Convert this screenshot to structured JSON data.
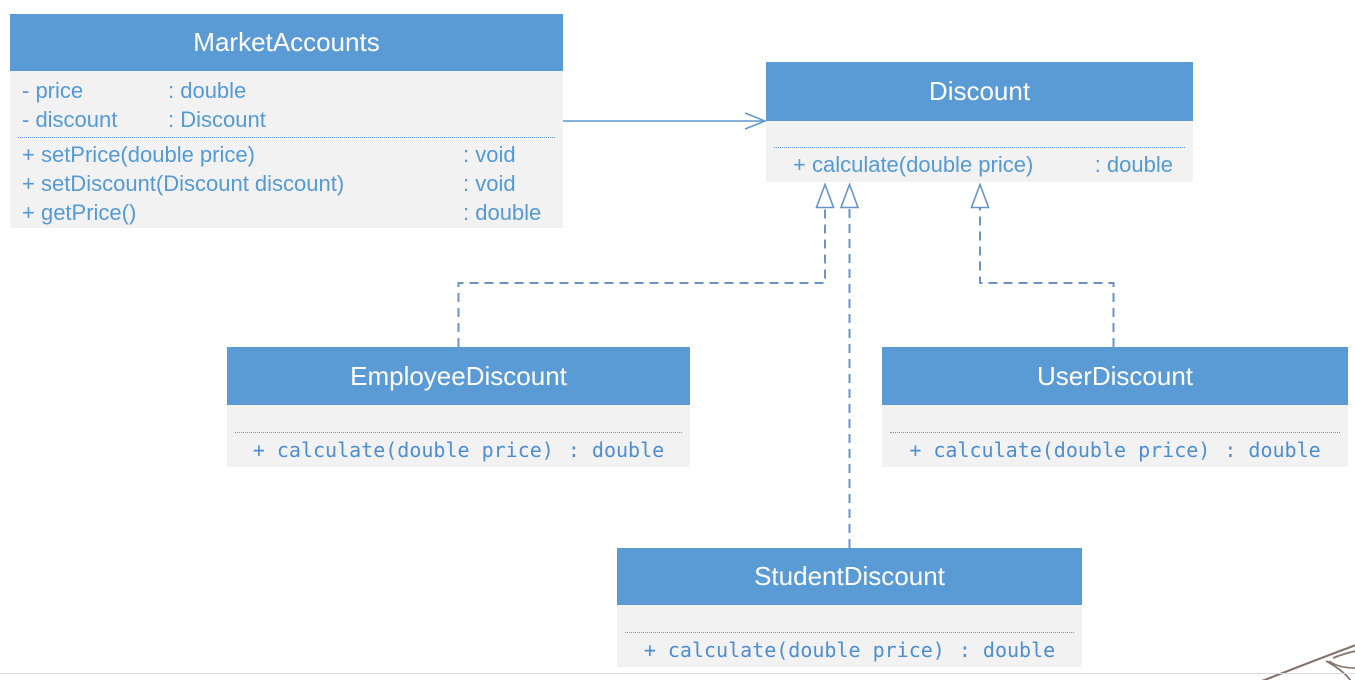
{
  "diagram": {
    "type": "uml-class-diagram",
    "colors": {
      "header_blue": "#5b9bd5",
      "body_gray": "#f2f2f2",
      "text_blue": "#549ad6",
      "mono_text_blue": "#4e8ed0",
      "connector_blue": "#6a94c8",
      "bottom_rule_gray": "#d9d9d9",
      "swoosh_brown": "#84746a"
    }
  },
  "classes": {
    "marketAccounts": {
      "name": "MarketAccounts",
      "attributes": [
        {
          "name": "- price",
          "type": ": double"
        },
        {
          "name": "- discount",
          "type": ": Discount"
        }
      ],
      "methods": [
        {
          "name": "+ setPrice(double price)",
          "type": ": void"
        },
        {
          "name": "+ setDiscount(Discount discount)",
          "type": ": void"
        },
        {
          "name": "+ getPrice()",
          "type": ": double"
        }
      ]
    },
    "discount": {
      "name": "Discount",
      "attributes": [],
      "methods": [
        {
          "name": "+ calculate(double price)",
          "type": ": double"
        }
      ]
    },
    "employeeDiscount": {
      "name": "EmployeeDiscount",
      "attributes": [],
      "methods": [
        {
          "name": "+ calculate(double price)",
          "type": ": double"
        }
      ]
    },
    "userDiscount": {
      "name": "UserDiscount",
      "attributes": [],
      "methods": [
        {
          "name": "+ calculate(double price)",
          "type": ": double"
        }
      ]
    },
    "studentDiscount": {
      "name": "StudentDiscount",
      "attributes": [],
      "methods": [
        {
          "name": "+ calculate(double price)",
          "type": ": double"
        }
      ]
    }
  },
  "relations": [
    {
      "from": "MarketAccounts",
      "to": "Discount",
      "type": "directed association",
      "line": "solid",
      "arrowhead": "open"
    },
    {
      "from": "EmployeeDiscount",
      "to": "Discount",
      "type": "realization",
      "line": "dashed",
      "arrowhead": "hollow-triangle"
    },
    {
      "from": "StudentDiscount",
      "to": "Discount",
      "type": "realization",
      "line": "dashed",
      "arrowhead": "hollow-triangle"
    },
    {
      "from": "UserDiscount",
      "to": "Discount",
      "type": "realization",
      "line": "dashed",
      "arrowhead": "hollow-triangle"
    }
  ]
}
